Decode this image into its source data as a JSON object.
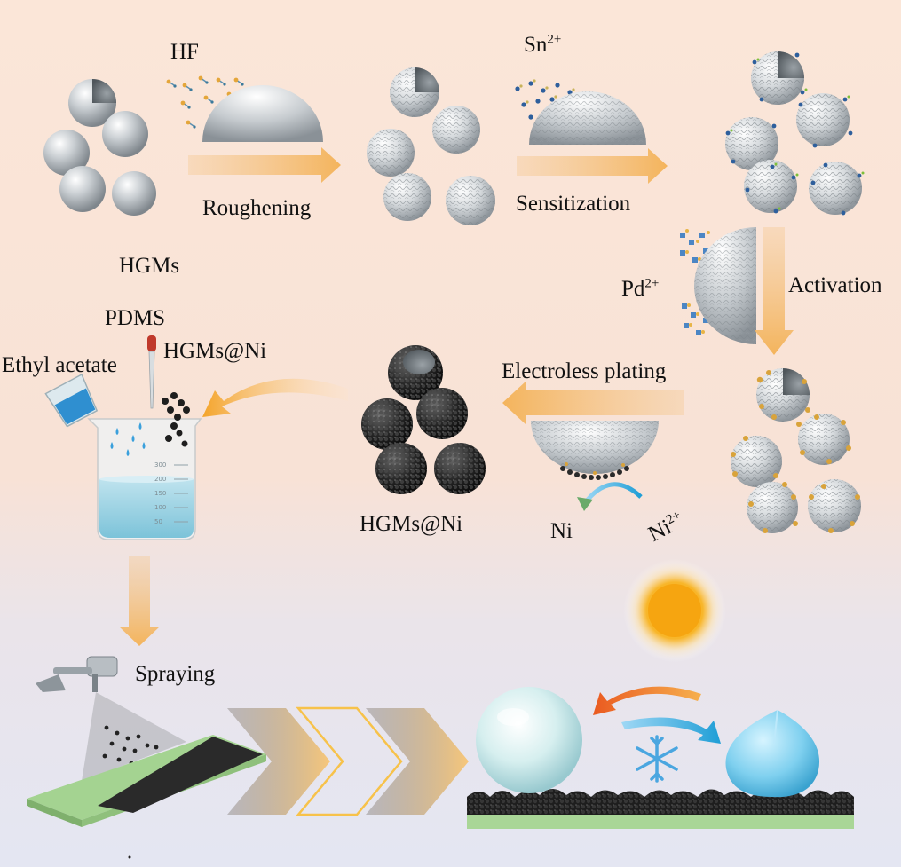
{
  "labels": {
    "hf": "HF",
    "roughening": "Roughening",
    "hgms": "HGMs",
    "sn": "Sn",
    "sn_charge": "2+",
    "sensitization": "Sensitization",
    "pd": "Pd",
    "pd_charge": "2+",
    "activation": "Activation",
    "electroless_plating": "Electroless plating",
    "ni": "Ni",
    "ni_ion": "Ni",
    "ni_charge": "2+",
    "hgms_ni_product": "HGMs@Ni",
    "pdms": "PDMS",
    "ethyl_acetate": "Ethyl acetate",
    "hgms_ni_additive": "HGMs@Ni",
    "spraying": "Spraying",
    "beaker_scale": [
      "300",
      "200",
      "150",
      "100",
      "50"
    ]
  },
  "icons": [
    "hf-molecule-icon",
    "tin-ion-icon",
    "palladium-ion-icon",
    "nickel-particle-icon",
    "dropper-icon",
    "beaker-icon",
    "spray-gun-icon",
    "sun-icon",
    "snowflake-icon",
    "water-droplet-icon",
    "ice-droplet-icon"
  ],
  "colors": {
    "process_arrow": "#f5c98a",
    "sphere_plain": "#c4c9cd",
    "sphere_rough": "#dfe2e4",
    "pd_particle": "#d9a33a",
    "ni_coating": "#2a2a2a",
    "sun": "#f7b21c",
    "snowflake": "#5ab0e6",
    "droplet": "#8fd2ee",
    "heat_arrow": "#f08a22",
    "cool_arrow": "#2ea3dd",
    "substrate": "#9ccc8a"
  }
}
